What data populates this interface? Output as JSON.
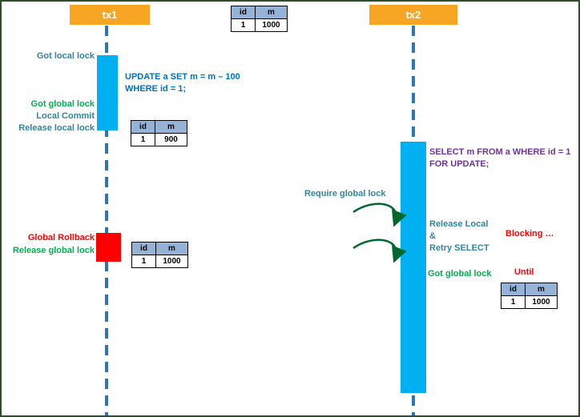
{
  "colors": {
    "actor_orange": "#F7A522",
    "activation_cyan": "#00B0F0",
    "rollback_red": "#FF0000",
    "lifeline_blue": "#2E75B6",
    "table_header_blue": "#95B3D7",
    "teal_text": "#31859C",
    "green_text": "#00B050",
    "red_text": "#FF0000",
    "blue_text": "#0070C0",
    "purple_text": "#7030A0",
    "arrow_green": "#00682F"
  },
  "tx1": {
    "title": "tx1",
    "got_local_lock": "Got local lock",
    "update_sql_line1": "UPDATE a SET m = m – 100",
    "update_sql_line2": "WHERE id = 1;",
    "got_global_lock": "Got global lock",
    "local_commit": "Local Commit",
    "release_local_lock": "Release local lock",
    "global_rollback": "Global Rollback",
    "release_global_lock": "Release global lock"
  },
  "tx2": {
    "title": "tx2",
    "select_sql_line1": "SELECT m FROM a WHERE id = 1",
    "select_sql_line2": "FOR UPDATE;",
    "require_global_lock": "Require global lock",
    "release_local": "Release Local",
    "ampersand": "&",
    "retry_select": "Retry SELECT",
    "blocking": "Blocking …",
    "got_global_lock": "Got global lock",
    "until": "Until"
  },
  "tables": {
    "initial": {
      "headers": [
        "id",
        "m"
      ],
      "row": [
        "1",
        "1000"
      ]
    },
    "after_update": {
      "headers": [
        "id",
        "m"
      ],
      "row": [
        "1",
        "900"
      ]
    },
    "after_rollback": {
      "headers": [
        "id",
        "m"
      ],
      "row": [
        "1",
        "1000"
      ]
    },
    "tx2_read": {
      "headers": [
        "id",
        "m"
      ],
      "row": [
        "1",
        "1000"
      ]
    }
  }
}
